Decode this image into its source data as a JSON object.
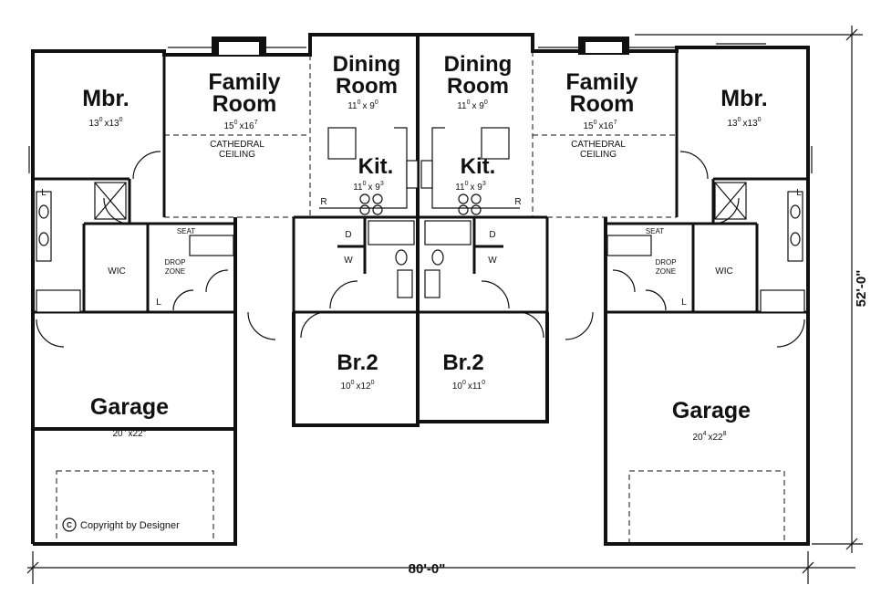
{
  "rooms": {
    "left_mbr": {
      "name": "Mbr.",
      "dims": [
        "13",
        "0",
        "x13",
        "0"
      ]
    },
    "left_family": {
      "name1": "Family",
      "name2": "Room",
      "dims": [
        "15",
        "0",
        "x16",
        "7"
      ],
      "note1": "CATHEDRAL",
      "note2": "CEILING"
    },
    "left_dining": {
      "name1": "Dining",
      "name2": "Room",
      "dims": [
        "11",
        "0",
        "x 9",
        "0"
      ]
    },
    "left_kit": {
      "name": "Kit.",
      "dims": [
        "11",
        "0",
        "x 9",
        "3"
      ]
    },
    "left_br2": {
      "name": "Br.2",
      "dims": [
        "10",
        "0",
        "x12",
        "0"
      ]
    },
    "left_garage": {
      "name": "Garage",
      "dims": [
        "20",
        "4",
        "x22",
        "8"
      ]
    },
    "left_wic": {
      "name": "WIC"
    },
    "left_drop": {
      "line1": "DROP",
      "line2": "ZONE"
    },
    "left_seat": {
      "name": "SEAT"
    },
    "right_dining": {
      "name1": "Dining",
      "name2": "Room",
      "dims": [
        "11",
        "0",
        "x 9",
        "0"
      ]
    },
    "right_family": {
      "name1": "Family",
      "name2": "Room",
      "dims": [
        "15",
        "0",
        "x16",
        "7"
      ],
      "note1": "CATHEDRAL",
      "note2": "CEILING"
    },
    "right_mbr": {
      "name": "Mbr.",
      "dims": [
        "13",
        "0",
        "x13",
        "0"
      ]
    },
    "right_kit": {
      "name": "Kit.",
      "dims": [
        "11",
        "0",
        "x 9",
        "3"
      ]
    },
    "right_br2": {
      "name": "Br.2",
      "dims": [
        "10",
        "0",
        "x11",
        "0"
      ]
    },
    "right_garage": {
      "name": "Garage",
      "dims": [
        "20",
        "4",
        "x22",
        "8"
      ]
    },
    "right_wic": {
      "name": "WIC"
    },
    "right_drop": {
      "line1": "DROP",
      "line2": "ZONE"
    },
    "right_seat": {
      "name": "SEAT"
    }
  },
  "appliance_labels": {
    "linen": "L",
    "refrigerator": "R",
    "dryer": "D",
    "washer": "W"
  },
  "overall_width": "80'-0\"",
  "overall_depth": "52'-0\"",
  "copyright_symbol": "C",
  "copyright_text": "Copyright by Designer"
}
